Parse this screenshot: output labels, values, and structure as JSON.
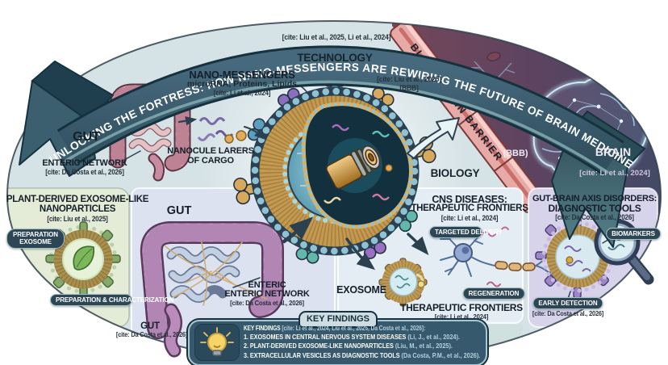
{
  "colors": {
    "banner": "#3a5a6d",
    "banner_outline": "#16323e",
    "dark_region_start": "#73475a",
    "dark_region_end": "#414a67",
    "badge": "#2d4656",
    "panel_green": "#e4ecd8",
    "panel_periwinkle": "#dde1f0",
    "panel_blue": "#e4edf3",
    "panel_lavender": "#d7d3ea",
    "bbb_band": "#e8aaa6",
    "key_panel": "#37596d",
    "bulb_yellow": "#f6d468",
    "base_oval": "#d6e3e6"
  },
  "banner": {
    "title": "UNLOCKING THE FORTRESS: HOW NANO-MESSENGERS ARE REWIRING THE FUTURE OF BRAIN MEDICINE",
    "cite_top": "[cite: Liu et al., 2025, Li et al., 2024]"
  },
  "sections": {
    "technology": "TECHNOLOGY",
    "biology": "BIOLOGY"
  },
  "nano": {
    "title": "NANO-MESSENGERS",
    "subtitle": "microRNA, Proteins, Lipids",
    "cite": "[cite: Li et al., 2024]"
  },
  "gut_top": {
    "label": "GUT",
    "enteric": "ENTERIC NETWORK",
    "enteric_cite": "[cite: Da Costa et al., 2026]",
    "cargo1": "NANOCULE LARERS",
    "cargo2": "OF CARGO"
  },
  "bbb": {
    "cite": "[cite: Liu et al., 2025]",
    "tag": "[BBB]",
    "band": "BLOOD-BRAIN BARRIER",
    "abbr": "(BBB)"
  },
  "brain": {
    "label": "BRAIN",
    "cite": "[cite: Li et al., 2024]"
  },
  "plant": {
    "title1": "PLANT-DERIVED EXOSOME-LIKE",
    "title2": "NANOPARTICLES",
    "cite": "[cite: Liu et al., 2025]",
    "badge1": "PREPARATION EXOSOME",
    "badge2": "PREPARATION & CHARACTERIZATION"
  },
  "gut_bottom": {
    "label": "GUT",
    "enteric1": "ENTERIC",
    "enteric2": "ENTERIC NETWORK",
    "enteric_cite": "[cite: Da Costa et al., 2026]",
    "label2": "GUT",
    "label2_cite": "[cite: Da Costa et al., 2026]"
  },
  "cns": {
    "title1": "CNS DISEASES:",
    "title2": "THERAPEUTIC FRONTIERS",
    "cite": "[cite: Li et al., 2024]",
    "badge_targeted": "TARGETED DELIVERY",
    "badge_regen": "REGENERATION",
    "exosome": "EXOSOME",
    "footer": "THERAPEUTIC FRONTIERS",
    "footer_cite": "[cite: Li et al., 2024]"
  },
  "gut_brain": {
    "title1": "GUT-BRAIN AXIS DISORDERS:",
    "title2": "DIAGNOSTIC TOOLS",
    "cite": "[cite: Da Costa et al., 2026]",
    "badge_biomarkers": "BIOMARKERS",
    "badge_early": "EARLY DETECTION",
    "early_cite": "[cite: Da Costa et al., 2026]"
  },
  "key_findings": {
    "tab": "KEY FINDINGS",
    "header": "KEY FINDINGS",
    "header_cite": " [cite: Li et al., 2024, Liu et al., 2025, Da Costa et al., 2026]:",
    "items": [
      {
        "text": "1. EXOSOMES IN CENTRAL NERVOUS SYSTEM DISEASES",
        "cite": " (Li, J., et al., 2024)."
      },
      {
        "text": "2. PLANT-DERIVED EXOSOME-LIKE NANOPARTICLES",
        "cite": " (Liu, M., et al., 2025)."
      },
      {
        "text": "3. EXTRACELLULAR VESICLES AS DIAGNOSTIC TOOLS",
        "cite": " (Da Costa, P.M., et al., 2026)."
      }
    ]
  }
}
